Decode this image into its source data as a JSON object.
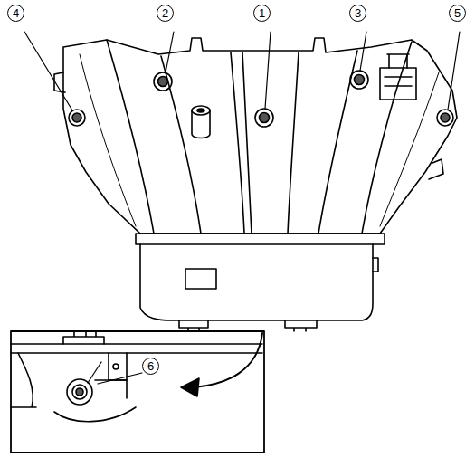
{
  "diagram": {
    "labels": [
      "4",
      "2",
      "1",
      "3",
      "5",
      "6"
    ]
  }
}
